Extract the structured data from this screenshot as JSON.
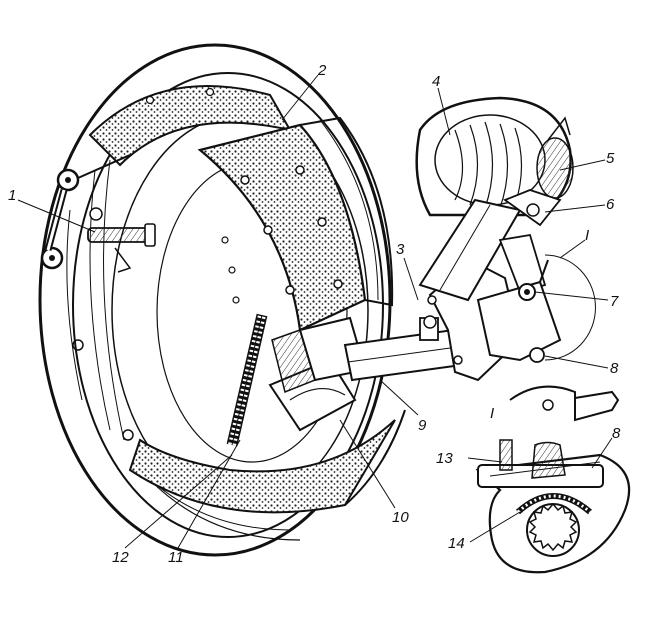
{
  "labels": {
    "l1": "1",
    "l2": "2",
    "l3": "3",
    "l4": "4",
    "l5": "5",
    "l6": "6",
    "l7": "7",
    "l8": "8",
    "l8b": "8",
    "l9": "9",
    "l10": "10",
    "l11": "11",
    "l12": "12",
    "l13": "13",
    "l14": "14",
    "detail": "I",
    "detail_inset": "I"
  },
  "colors": {
    "ink": "#111111",
    "paper": "#ffffff",
    "lining": "#555555"
  }
}
